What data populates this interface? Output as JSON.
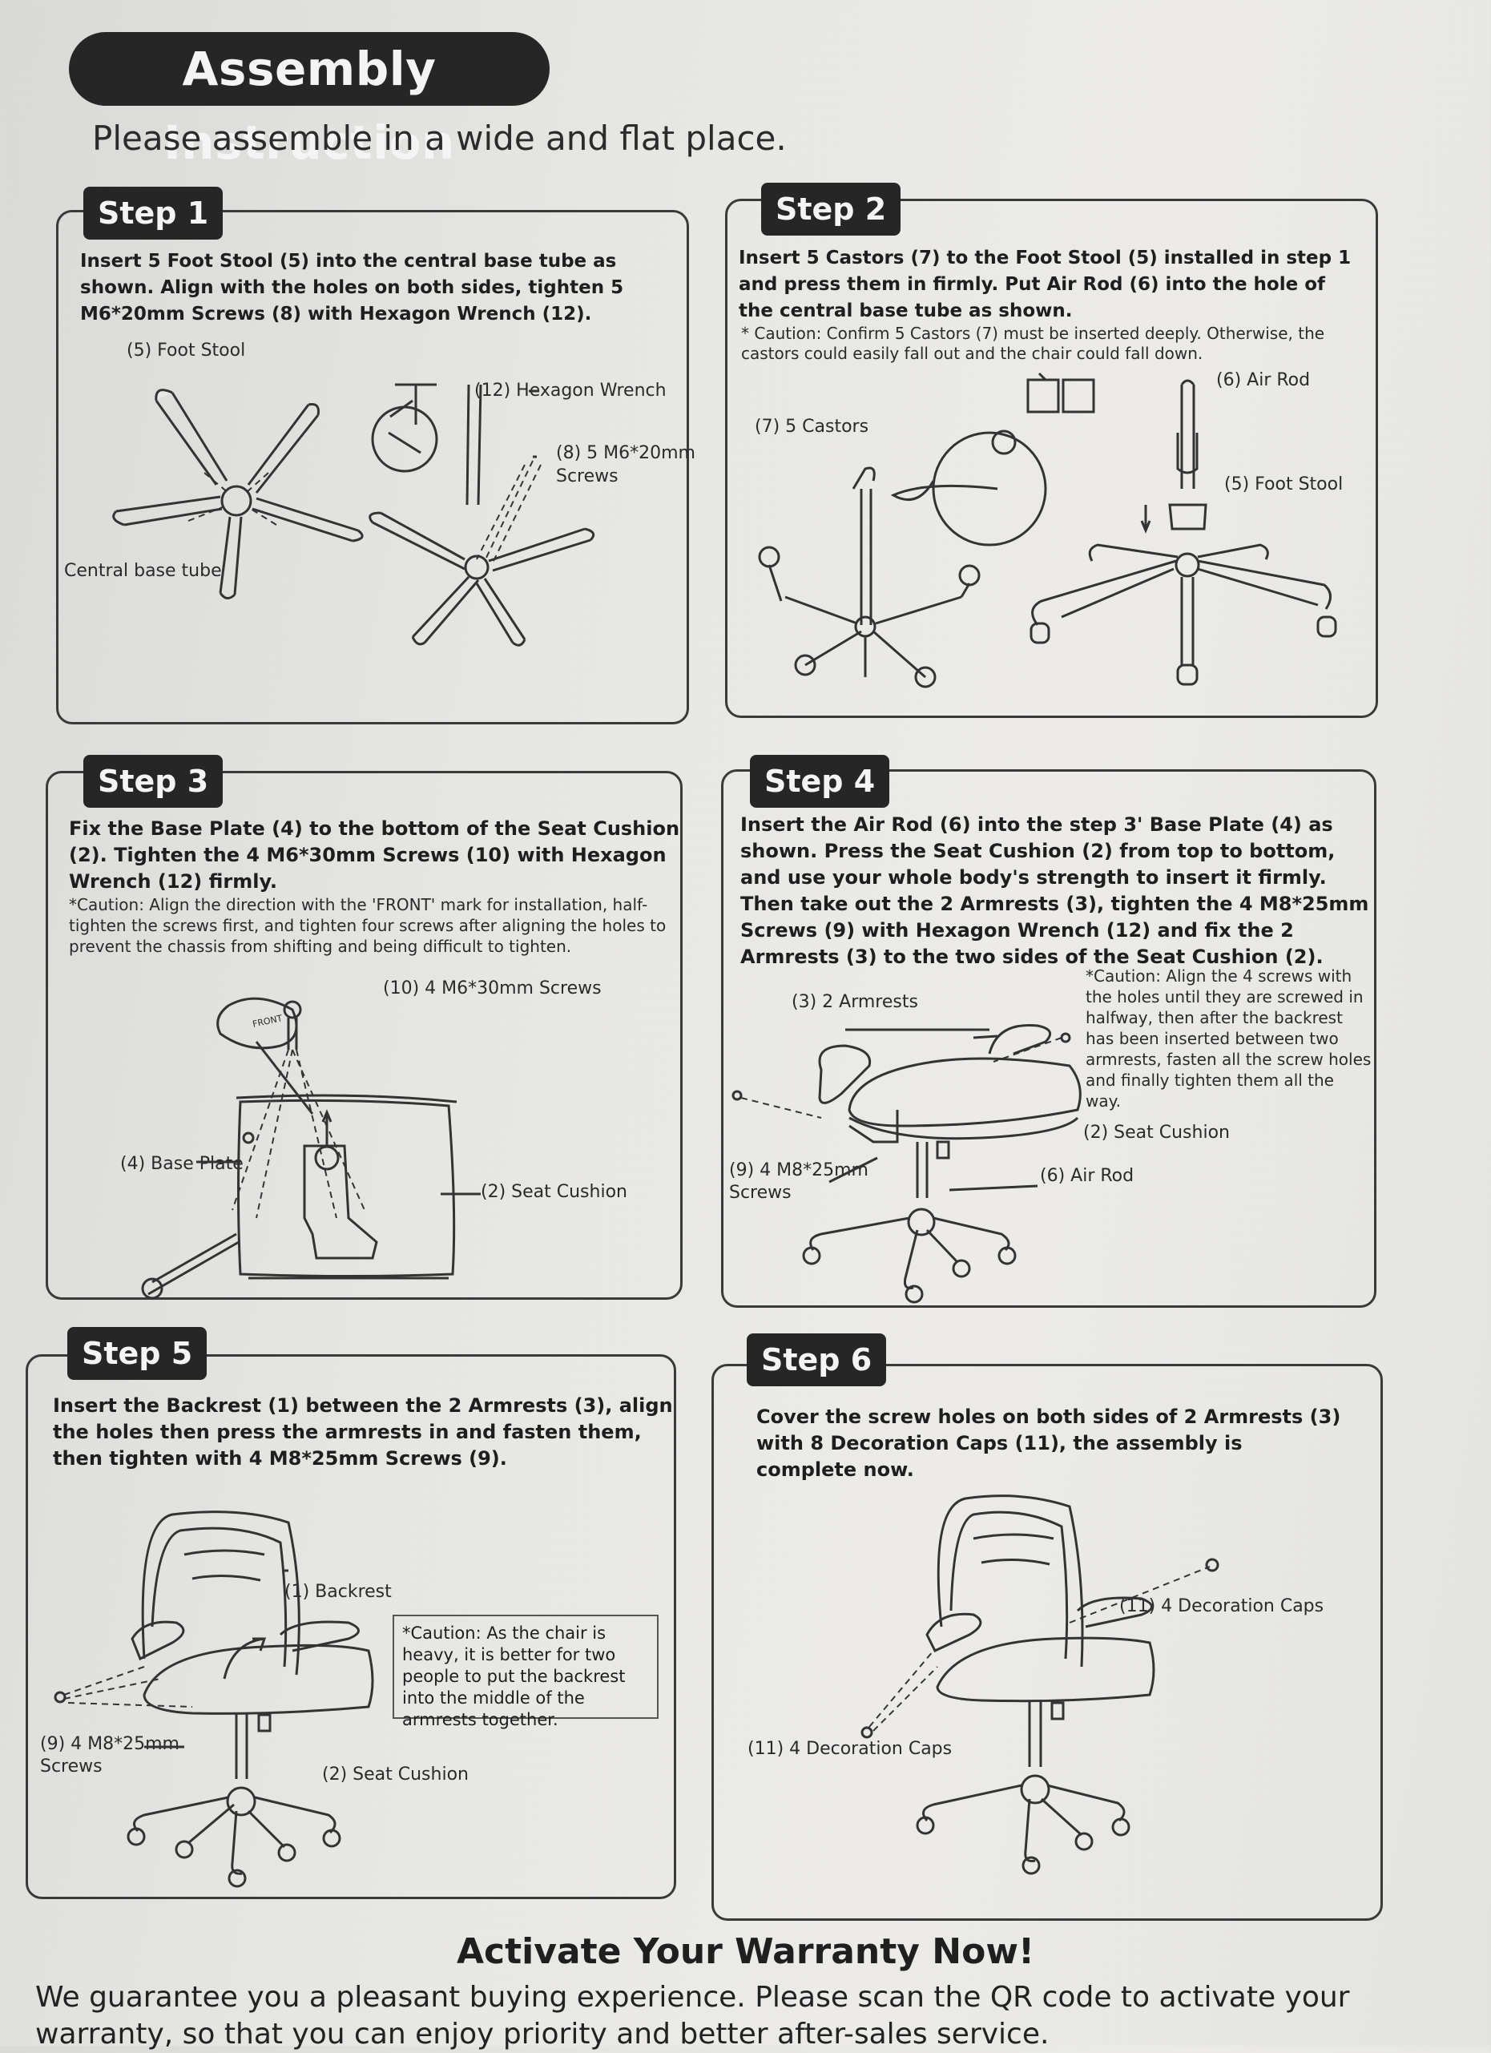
{
  "header": {
    "title": "Assembly Instruction",
    "subtitle": "Please assemble in a wide and flat place."
  },
  "steps": [
    {
      "tab": "Step 1",
      "instruction": "Insert 5 Foot Stool (5) into the central base tube as shown. Align with the holes on both sides, tighten 5 M6*20mm Screws  (8) with Hexagon Wrench (12).",
      "labels": [
        "(5) Foot Stool",
        "(12) Hexagon Wrench",
        "(8) 5 M6*20mm",
        "Screws",
        "Central base tube"
      ]
    },
    {
      "tab": "Step 2",
      "instruction": "Insert 5 Castors (7) to the Foot Stool (5) installed in step 1 and press them in firmly. Put Air Rod (6) into the hole of the central base tube as shown.",
      "caution": "* Caution: Confirm 5 Castors (7) must be inserted deeply. Otherwise, the castors could easily fall out and the chair could fall down.",
      "labels": [
        "(6) Air Rod",
        "(7) 5 Castors",
        "(5) Foot Stool"
      ]
    },
    {
      "tab": "Step 3",
      "instruction": "Fix the Base Plate (4) to the bottom of the Seat Cushion (2). Tighten the 4 M6*30mm Screws (10) with Hexagon Wrench (12) firmly.",
      "caution": "*Caution: Align the direction with the 'FRONT' mark for installation, half-tighten the screws first, and tighten four screws after aligning the holes to prevent the chassis from shifting and being difficult to tighten.",
      "labels": [
        "(10) 4 M6*30mm Screws",
        "(4) Base Plate",
        "(2) Seat Cushion",
        "FRONT"
      ]
    },
    {
      "tab": "Step 4",
      "instruction": "Insert the Air Rod (6) into the step 3' Base Plate (4) as shown. Press the Seat Cushion (2) from top to bottom, and use your whole body's strength to insert it firmly. Then take out the 2 Armrests (3), tighten the 4 M8*25mm Screws (9) with Hexagon Wrench (12) and fix the 2 Armrests (3) to the two sides of the Seat Cushion (2).",
      "caution": "*Caution: Align the 4 screws with the holes until they are screwed in halfway, then after the backrest has been inserted between two armrests, fasten all the screw holes and finally tighten them all the way.",
      "labels": [
        "(3) 2 Armrests",
        "(2) Seat Cushion",
        "(9) 4 M8*25mm",
        "Screws",
        "(6) Air Rod"
      ]
    },
    {
      "tab": "Step 5",
      "instruction": "Insert the Backrest (1) between the 2 Armrests (3), align the holes then press the armrests in and fasten them, then tighten with 4 M8*25mm Screws (9).",
      "caution": "*Caution: As the chair is heavy, it is better for two people to put the backrest into the middle of the armrests together.",
      "labels": [
        "(1) Backrest",
        "(9) 4 M8*25mm",
        "Screws",
        "(2) Seat Cushion"
      ]
    },
    {
      "tab": "Step 6",
      "instruction": "Cover the screw holes on both sides of 2 Armrests (3) with 8 Decoration Caps (11), the assembly is complete now.",
      "labels": [
        "(11) 4 Decoration Caps",
        "(11) 4 Decoration Caps"
      ]
    }
  ],
  "warranty": {
    "title": "Activate Your Warranty Now!",
    "text": "We guarantee you a pleasant buying experience. Please scan the QR code to activate your warranty, so that you can enjoy priority and better after-sales service."
  }
}
